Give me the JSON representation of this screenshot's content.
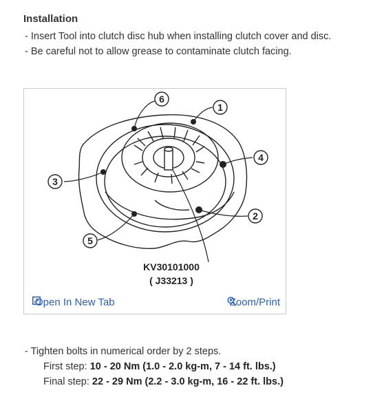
{
  "heading": "Installation",
  "bullets": [
    "-  Insert Tool into clutch disc hub when installing clutch cover and disc.",
    "-  Be careful not to allow grease to contaminate clutch facing."
  ],
  "figure": {
    "callouts": [
      "1",
      "2",
      "3",
      "4",
      "5",
      "6"
    ],
    "tool_label": "KV30101000",
    "tool_alt_label": "( J33213 )",
    "open_tab_label": "Open In New Tab",
    "zoom_label": "Zoom/Print",
    "link_color": "#2a5fb5",
    "open_icon": "open-in-new-tab-icon",
    "zoom_icon": "magnifier-icon"
  },
  "steps": {
    "intro": "-  Tighten bolts in numerical order by 2 steps.",
    "first_prefix": "First step: ",
    "first_value": "10 - 20 Nm (1.0 - 2.0 kg-m, 7 - 14 ft. lbs.)",
    "final_prefix": "Final step: ",
    "final_value": "22 - 29 Nm (2.2 - 3.0 kg-m, 16 - 22 ft. lbs.)"
  }
}
